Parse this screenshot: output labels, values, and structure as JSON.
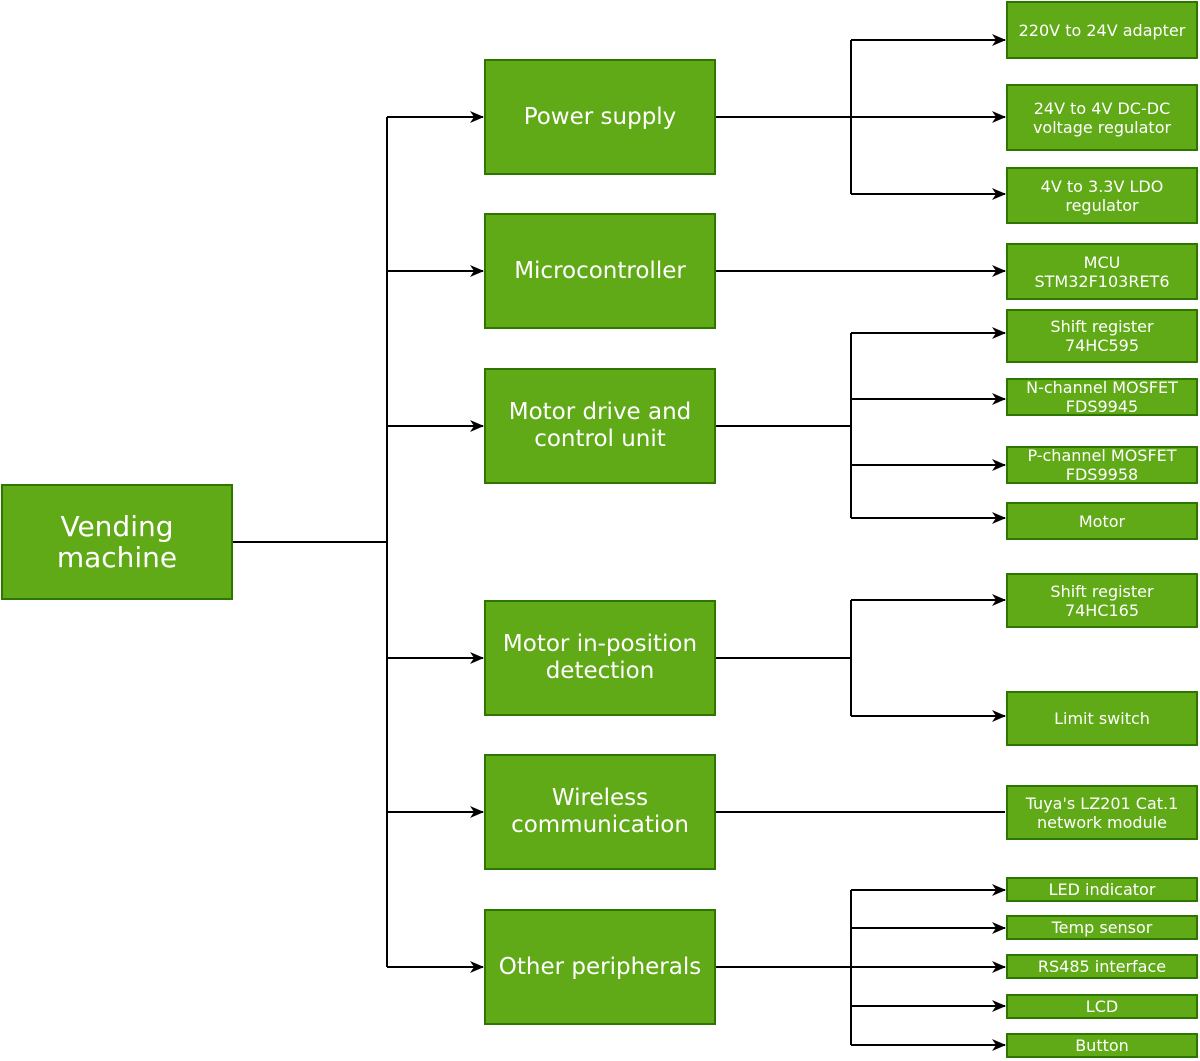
{
  "theme": {
    "node_fill": "#60a917",
    "node_border": "#2d7600",
    "node_text": "#ffffff",
    "line_color": "#000000"
  },
  "root": {
    "label": "Vending\nmachine"
  },
  "subsystems": [
    {
      "label": "Power supply",
      "components": [
        "220V to 24V adapter",
        "24V to 4V DC-DC\nvoltage regulator",
        "4V to 3.3V LDO\nregulator"
      ]
    },
    {
      "label": "Microcontroller",
      "components": [
        "MCU\nSTM32F103RET6"
      ]
    },
    {
      "label": "Motor drive and\ncontrol unit",
      "components": [
        "Shift register\n74HC595",
        "N-channel MOSFET\nFDS9945",
        "P-channel MOSFET\nFDS9958",
        "Motor"
      ]
    },
    {
      "label": "Motor in-position\ndetection",
      "components": [
        "Shift register\n74HC165",
        "Limit switch"
      ]
    },
    {
      "label": "Wireless\ncommunication",
      "components": [
        "Tuya's LZ201 Cat.1\nnetwork module"
      ]
    },
    {
      "label": "Other peripherals",
      "components": [
        "LED indicator",
        "Temp sensor",
        "RS485 interface",
        "LCD",
        "Button"
      ]
    }
  ]
}
